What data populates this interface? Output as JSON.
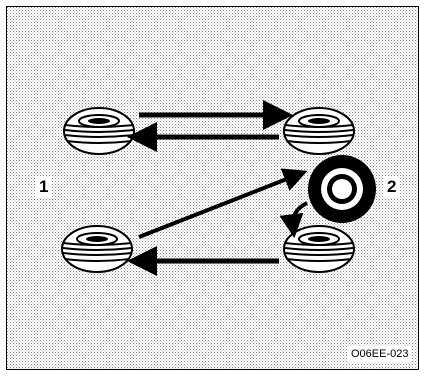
{
  "figure": {
    "step_labels": [
      "1",
      "2"
    ],
    "code": "O06EE-023"
  },
  "colors": {
    "background_dots": "#8a8a8a",
    "ink": "#000000",
    "paper": "#ffffff"
  },
  "icons": [
    "tire-icon",
    "spare-tire-icon",
    "arrow-icon"
  ]
}
